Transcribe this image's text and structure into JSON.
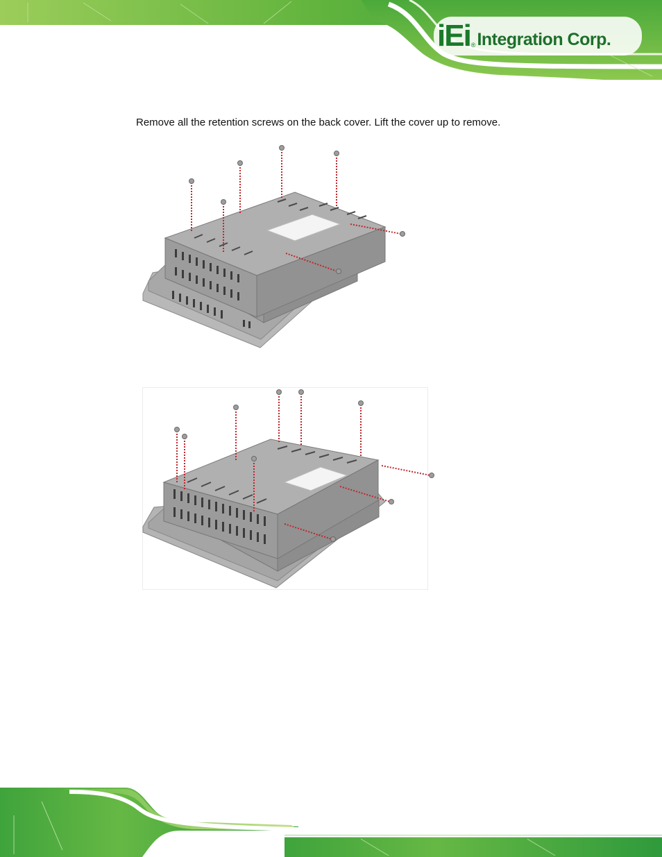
{
  "header": {
    "logo_mark": "iEi",
    "logo_registered": "®",
    "logo_text": "Integration Corp."
  },
  "body": {
    "instruction": "Remove all the retention screws on the back cover. Lift the cover up to remove."
  },
  "figures": [
    {
      "id": "figure-1",
      "screws_shown": 7
    },
    {
      "id": "figure-2",
      "screws_shown": 10
    }
  ],
  "colors": {
    "brand_green": "#1d6f2c",
    "brand_red": "#b3161d",
    "chassis_gray": "#9a9a9a",
    "screw_line_red": "#c0262c"
  }
}
